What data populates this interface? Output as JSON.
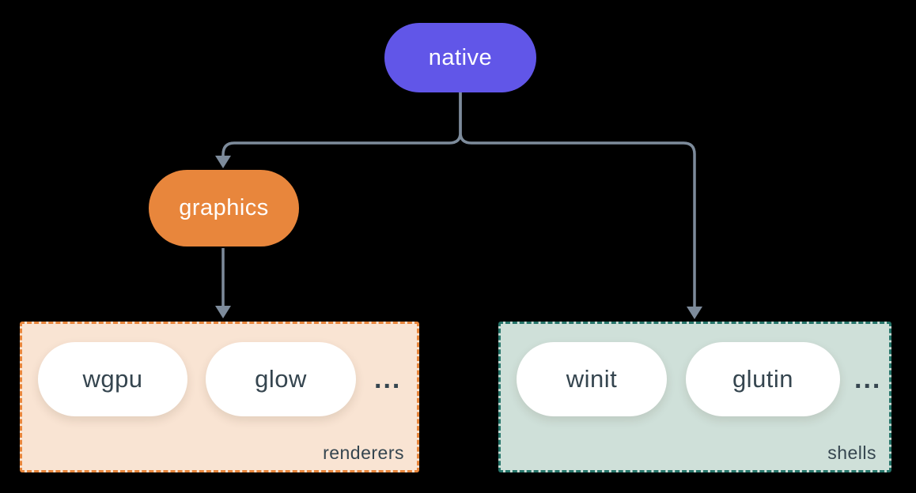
{
  "diagram": {
    "background_color": "#000000",
    "connector_color": "#7D8B9B",
    "nodes": {
      "native": {
        "label": "native",
        "fill": "#6156E8",
        "text_color": "#FFFFFF"
      },
      "graphics": {
        "label": "graphics",
        "fill": "#E8863C",
        "text_color": "#FFFFFF"
      }
    },
    "groups": {
      "renderers": {
        "label": "renderers",
        "background": "#F9E4D3",
        "border_color": "#E8863C",
        "border_style": "dashed",
        "items": [
          "wgpu",
          "glow"
        ],
        "ellipsis": "...",
        "item_fill": "#FFFFFF",
        "item_text_color": "#35454F"
      },
      "shells": {
        "label": "shells",
        "background": "#CFE0D9",
        "border_color": "#26756A",
        "border_style": "dashed",
        "items": [
          "winit",
          "glutin"
        ],
        "ellipsis": "...",
        "item_fill": "#FFFFFF",
        "item_text_color": "#35454F"
      }
    },
    "edges": [
      {
        "from": "native",
        "to": "graphics",
        "arrow": "down"
      },
      {
        "from": "native",
        "to": "shells",
        "arrow": "down"
      },
      {
        "from": "graphics",
        "to": "renderers",
        "arrow": "down"
      }
    ]
  }
}
